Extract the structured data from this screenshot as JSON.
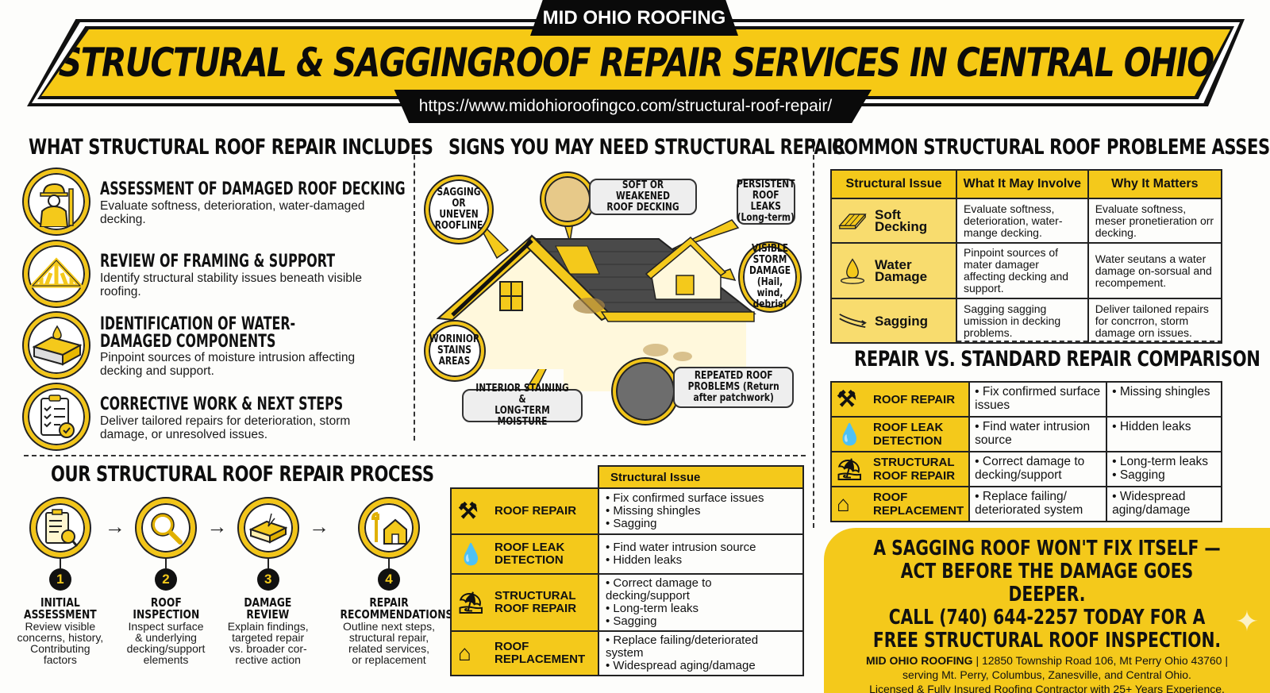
{
  "header": {
    "brand": "MID OHIO ROOFING",
    "title": "STRUCTURAL & SAGGINGROOF REPAIR SERVICES IN CENTRAL OHIO",
    "url": "https://www.midohioroofingco.com/structural-roof-repair/"
  },
  "colors": {
    "accent": "#f4c91b",
    "dark": "#0a0a0a",
    "light_yellow": "#f8dc6e"
  },
  "includes": {
    "title": "WHAT STRUCTURAL ROOF REPAIR INCLUDES",
    "items": [
      {
        "icon": "worker-icon",
        "title": "ASSESSMENT OF DAMAGED ROOF DECKING",
        "desc": "Evaluate softness, deterioration, water-damaged decking."
      },
      {
        "icon": "roof-truss-icon",
        "title": "REVIEW OF FRAMING & SUPPORT",
        "desc": "Identify structural stability issues beneath visible roofing."
      },
      {
        "icon": "water-damaged-layers-icon",
        "title": "IDENTIFICATION OF WATER-DAMAGED COMPONENTS",
        "desc": "Pinpoint sources of moisture intrusion affecting decking and support."
      },
      {
        "icon": "checklist-icon",
        "title": "CORRECTIVE WORK & NEXT STEPS",
        "desc": "Deliver tailored repairs for deterioration, storm damage, or unresolved issues."
      }
    ]
  },
  "signs": {
    "title": "SIGNS YOU MAY NEED STRUCTURAL REPAIR",
    "callouts": {
      "sagging": "SAGGING\nOR UNEVEN\nROOFLINE",
      "soft_decking": "SOFT OR WEAKENED\nROOF DECKING",
      "leaks": "PERSISTENT\nROOF LEAKS\n(Long-term)",
      "storm": "VISIBLE\nSTORM\nDAMAGE\n(Hail, wind,\ndebris)",
      "stains": "WORINIOR\nSTAINS\nAREAS",
      "interior": "INTERIOR STAINING &\nLONG-TERM MOISTURE",
      "repeated": "REPEATED ROOF\nPROBLEMS (Return\nafter patchwork)"
    }
  },
  "problems": {
    "title": "COMMON STRUCTURAL ROOF PROBLEME ASSESS",
    "headers": [
      "Structural Issue",
      "What It May Involve",
      "Why It Matters"
    ],
    "rows": [
      {
        "icon": "wood-planks-icon",
        "issue": "Soft Decking",
        "involve": "Evaluate softness, deterioration, water-mange decking.",
        "matters": "Evaluate softness, meser pronetieration orr decking."
      },
      {
        "icon": "water-drop-icon",
        "issue": "Water Damage",
        "involve": "Pinpoint sources of mater damager affecting decking and support.",
        "matters": "Water seutans a water damage on-sorsual and recompement."
      },
      {
        "icon": "sagging-arrow-icon",
        "issue": "Sagging",
        "involve": "Sagging sagging umission in decking problems.",
        "matters": "Deliver tailoned repairs for concrron, storm damage orn issues."
      }
    ]
  },
  "comparison": {
    "title": "REPAIR VS. STANDARD REPAIR COMPARISON",
    "rows": [
      {
        "icon": "tools-icon",
        "service": "ROOF REPAIR",
        "col1": [
          "Fix confirmed surface issues"
        ],
        "col2": [
          "Missing shingles"
        ]
      },
      {
        "icon": "droplets-icon",
        "service": "ROOF LEAK DETECTION",
        "col1": [
          "Find water intrusion source"
        ],
        "col2": [
          "Hidden leaks"
        ]
      },
      {
        "icon": "structure-icon",
        "service": "STRUCTURAL ROOF REPAIR",
        "col1": [
          "Correct damage to decking/support"
        ],
        "col2": [
          "Long-term leaks",
          "Sagging"
        ]
      },
      {
        "icon": "house-icon",
        "service": "ROOF REPLACEMENT",
        "col1": [
          "Replace failing/ deteriorated system"
        ],
        "col2": [
          "Widespread aging/damage"
        ]
      }
    ]
  },
  "process": {
    "title": "OUR STRUCTURAL ROOF REPAIR PROCESS",
    "steps": [
      {
        "num": "1",
        "icon": "clipboard-check-icon",
        "title": "INITIAL\nASSESSMENT",
        "desc": "Review visible\nconcerns, history,\nContributing\nfactors"
      },
      {
        "num": "2",
        "icon": "magnifier-icon",
        "title": "ROOF\nINSPECTION",
        "desc": "Inspect surface\n& underlying\ndecking/support\nelements"
      },
      {
        "num": "3",
        "icon": "damaged-deck-icon",
        "title": "DAMAGE\nREVIEW",
        "desc": "Explain findings,\ntargeted repair\nvs. broader cor-\nrective action"
      },
      {
        "num": "4",
        "icon": "wrench-house-icon",
        "title": "REPAIR\nRECOMMENDATIONS",
        "desc": "Outline next steps,\nstructural repair,\nrelated services,\nor replacement"
      }
    ]
  },
  "services_table": {
    "header": "Structural Issue",
    "rows": [
      {
        "icon": "tools-icon",
        "service": "ROOF REPAIR",
        "items": [
          "Fix confirmed surface issues",
          "Missing shingles",
          "Sagging"
        ]
      },
      {
        "icon": "droplets-icon",
        "service": "ROOF LEAK DETECTION",
        "items": [
          "Find water intrusion source",
          "Hidden leaks"
        ]
      },
      {
        "icon": "structure-icon",
        "service": "STRUCTURAL ROOF REPAIR",
        "items": [
          "Correct damage to decking/support",
          "Long-term leaks",
          "Sagging"
        ]
      },
      {
        "icon": "house-icon",
        "service": "ROOF REPLACEMENT",
        "items": [
          "Replace failing/deteriorated system",
          "Widespread aging/damage"
        ]
      }
    ]
  },
  "cta": {
    "headline": "A SAGGING ROOF WON'T FIX ITSELF —\nACT BEFORE THE DAMAGE GOES DEEPER.\nCALL (740) 644-2257 TODAY FOR A\nFREE STRUCTURAL ROOF INSPECTION.",
    "company": "MID OHIO ROOFING",
    "address": " | 12850 Township Road 106, Mt Perry Ohio 43760 |",
    "service_area": "serving Mt. Perry, Columbus, Zanesville, and Central Ohio.",
    "license": "Licensed & Fully Insured Roofing Contractor with 25+ Years Experience."
  }
}
